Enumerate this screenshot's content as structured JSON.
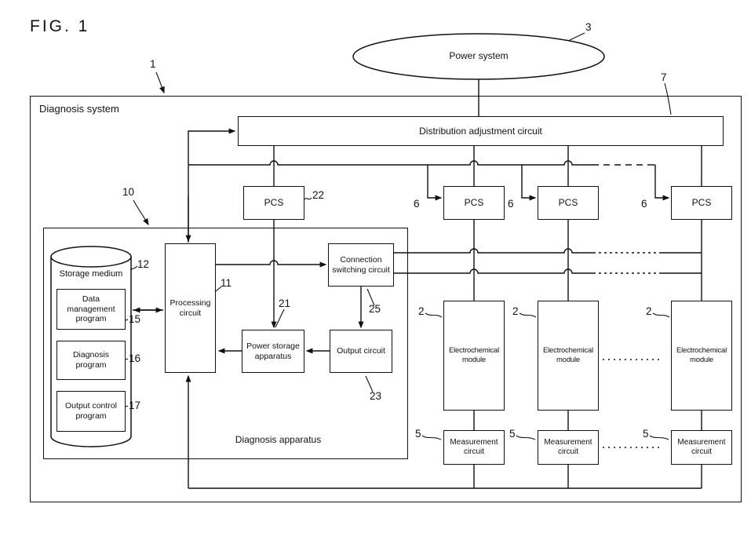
{
  "figure_title": "FIG. 1",
  "colors": {
    "line": "#111111",
    "background": "#ffffff"
  },
  "labels": {
    "diagnosis_system": "Diagnosis system",
    "power_system": "Power system",
    "distribution": "Distribution adjustment circuit",
    "pcs": "PCS",
    "storage_medium": "Storage medium",
    "data_management_program": "Data management program",
    "diagnosis_program": "Diagnosis program",
    "output_control_program": "Output control program",
    "processing_circuit": "Processing circuit",
    "power_storage_apparatus": "Power storage apparatus",
    "connection_switching_circuit": "Connection switching circuit",
    "output_circuit": "Output circuit",
    "diagnosis_apparatus": "Diagnosis apparatus",
    "electrochemical_module": "Electrochemical module",
    "measurement_circuit": "Measurement circuit"
  },
  "refs": {
    "diagnosis_system": "1",
    "power_system": "3",
    "distribution": "7",
    "pcs_unit": "6",
    "diagnosis_apparatus": "10",
    "processing_circuit": "11",
    "storage_medium": "12",
    "data_management_program": "15",
    "diagnosis_program": "16",
    "output_control_program": "17",
    "power_storage_apparatus": "21",
    "pcs_master": "22",
    "output_circuit": "23",
    "connection_switching_circuit": "25",
    "electrochemical_module": "2",
    "measurement_circuit": "5"
  }
}
